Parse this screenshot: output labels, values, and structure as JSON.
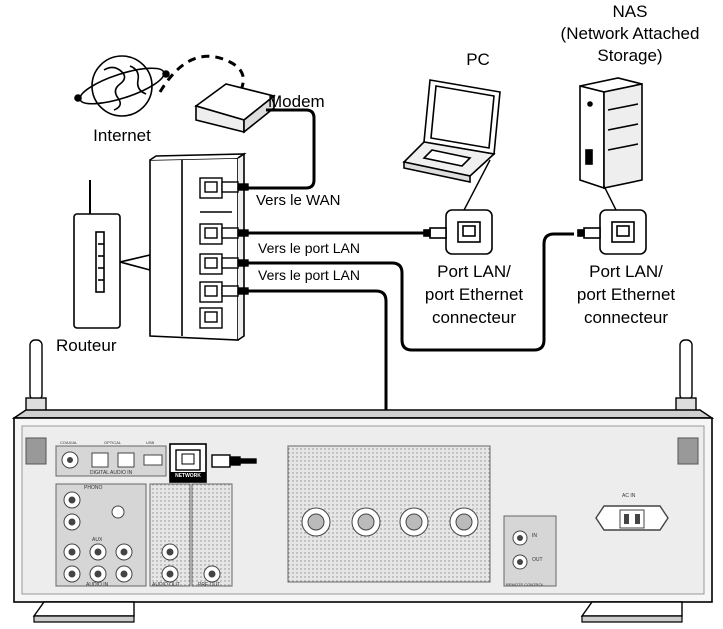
{
  "labels": {
    "internet": "Internet",
    "modem": "Modem",
    "pc": "PC",
    "nas_line1": "NAS",
    "nas_line2": "(Network Attached",
    "nas_line3": "Storage)",
    "router": "Routeur",
    "to_wan": "Vers le WAN",
    "to_lan_1": "Vers le port LAN",
    "to_lan_2": "Vers le port LAN",
    "pc_port_line1": "Port LAN/",
    "pc_port_line2": "port Ethernet",
    "pc_port_line3": "connecteur",
    "nas_port_line1": "Port LAN/",
    "nas_port_line2": "port Ethernet",
    "nas_port_line3": "connecteur"
  },
  "rear_panel": {
    "network_label": "NETWORK",
    "phono": "PHONO",
    "digital_audio_in": "DIGITAL AUDIO IN",
    "coaxial": "COAXIAL",
    "optical": "OPTICAL",
    "usb": "USB",
    "aux": "AUX",
    "audio_in": "AUDIO IN",
    "audio_out": "AUDIO OUT",
    "pre_out": "PRE OUT",
    "ac_in": "AC IN",
    "remote_control": "REMOTE CONTROL",
    "in": "IN",
    "out": "OUT"
  },
  "colors": {
    "line": "#000000",
    "panel_fill": "#f2f2f2",
    "panel_dark": "#bcbcbc",
    "dotted_fill": "#d9d9d9"
  }
}
